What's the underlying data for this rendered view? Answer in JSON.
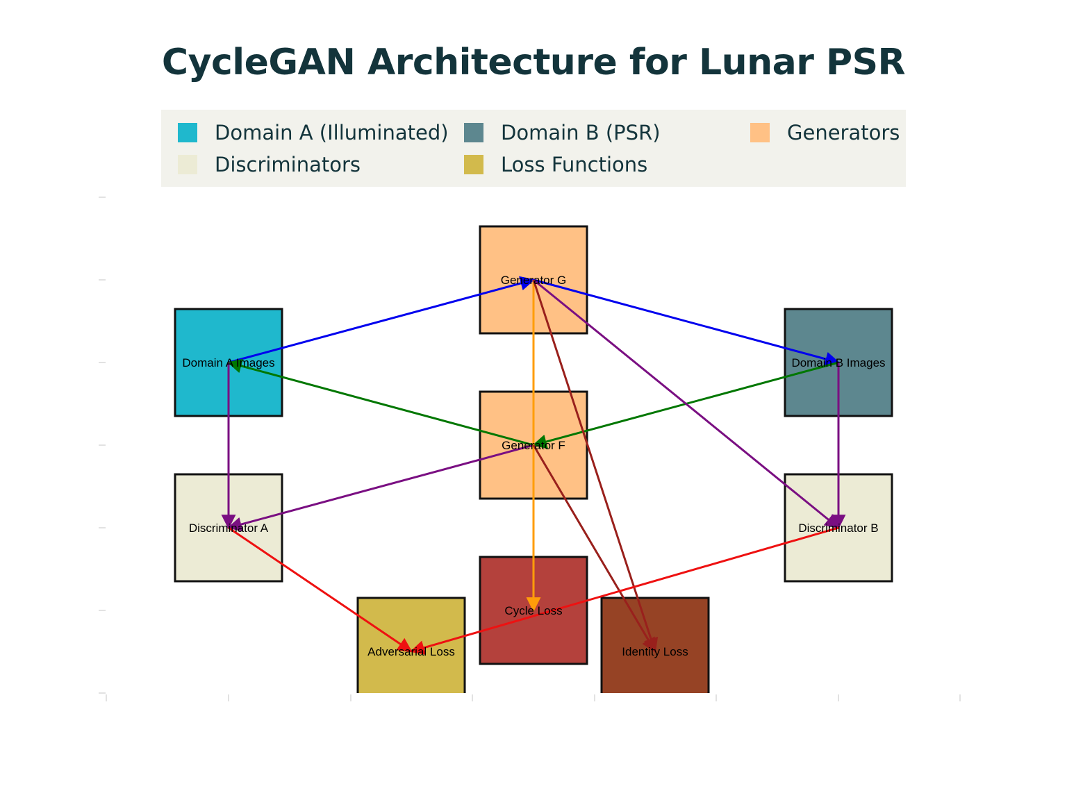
{
  "title": "CycleGAN Architecture for Lunar PSR",
  "legend": [
    {
      "label": "Domain A (Illuminated)",
      "color": "#1fb8cd"
    },
    {
      "label": "Domain B (PSR)",
      "color": "#5d878f"
    },
    {
      "label": "Generators",
      "color": "#ffc185"
    },
    {
      "label": "Discriminators",
      "color": "#ecebd5"
    },
    {
      "label": "Loss Functions",
      "color": "#d2ba4c"
    }
  ],
  "nodes": [
    {
      "id": "domain_a",
      "label": "Domain A Images",
      "color": "#1fb8cd"
    },
    {
      "id": "domain_b",
      "label": "Domain B Images",
      "color": "#5d878f"
    },
    {
      "id": "gen_g",
      "label": "Generator G",
      "color": "#ffc185"
    },
    {
      "id": "gen_f",
      "label": "Generator F",
      "color": "#ffc185"
    },
    {
      "id": "disc_a",
      "label": "Discriminator A",
      "color": "#ecebd5"
    },
    {
      "id": "disc_b",
      "label": "Discriminator B",
      "color": "#ecebd5"
    },
    {
      "id": "adv_loss",
      "label": "Adversarial Loss",
      "color": "#d2ba4c"
    },
    {
      "id": "cycle_loss",
      "label": "Cycle Loss",
      "color": "#b4413c"
    },
    {
      "id": "identity_loss",
      "label": "Identity Loss",
      "color": "#964325"
    }
  ],
  "edges": [
    {
      "from": "domain_a",
      "to": "gen_g",
      "color": "#0000ee"
    },
    {
      "from": "gen_g",
      "to": "domain_b",
      "color": "#0000ee"
    },
    {
      "from": "domain_b",
      "to": "gen_f",
      "color": "#007700"
    },
    {
      "from": "gen_f",
      "to": "domain_a",
      "color": "#007700"
    },
    {
      "from": "domain_a",
      "to": "disc_a",
      "color": "#7a0f82"
    },
    {
      "from": "domain_b",
      "to": "disc_b",
      "color": "#7a0f82"
    },
    {
      "from": "gen_g",
      "to": "disc_b",
      "color": "#7a0f82"
    },
    {
      "from": "gen_f",
      "to": "disc_a",
      "color": "#7a0f82"
    },
    {
      "from": "gen_g",
      "to": "cycle_loss",
      "color": "#ff9d0a"
    },
    {
      "from": "gen_g",
      "to": "identity_loss",
      "color": "#99201c"
    },
    {
      "from": "gen_f",
      "to": "identity_loss",
      "color": "#99201c"
    },
    {
      "from": "disc_a",
      "to": "adv_loss",
      "color": "#ee1111"
    },
    {
      "from": "disc_b",
      "to": "adv_loss",
      "color": "#ee1111"
    }
  ]
}
